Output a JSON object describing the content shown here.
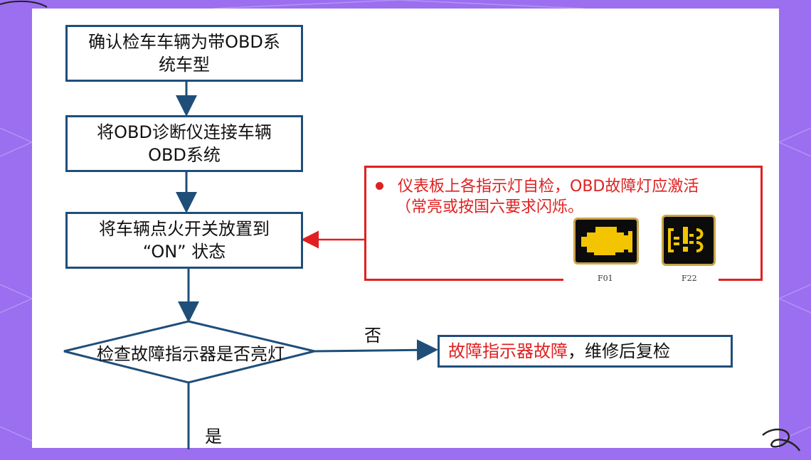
{
  "colors": {
    "background": "#9b6ff0",
    "card": "#ffffff",
    "box_border": "#1f4e79",
    "note_red": "#e02020",
    "lamp_yellow": "#f2c500"
  },
  "flow": {
    "step1": {
      "line1": "确认检车车辆为带OBD系",
      "line2": "统车型"
    },
    "step2": {
      "line1": "将OBD诊断仪连接车辆",
      "line2": "OBD系统"
    },
    "step3": {
      "line1": "将车辆点火开关放置到",
      "line2": "“ON” 状态"
    },
    "decision": "检查故障指示器是否亮灯",
    "no_label": "否",
    "yes_label": "是",
    "result_red": "故障指示器故障",
    "result_black": "，维修后复检"
  },
  "note": {
    "line1": "仪表板上各指示灯自检，OBD故障灯应激活",
    "line2": "（常亮或按国六要求闪烁。",
    "lamps": [
      {
        "icon": "engine-check-icon",
        "label": "F01"
      },
      {
        "icon": "exhaust-warning-icon",
        "label": "F22"
      }
    ]
  }
}
